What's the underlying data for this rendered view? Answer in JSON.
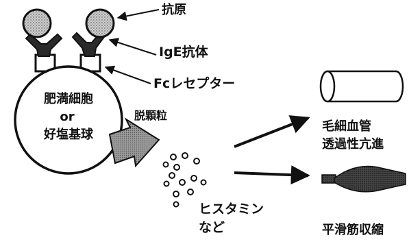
{
  "labels": {
    "antigen": "抗原",
    "ige_antibody": "IgE抗体",
    "fc_receptor": "Fcレセプター",
    "cell_line1": "肥満細胞",
    "cell_line2": "or",
    "cell_line3": "好塩基球",
    "degranulation": "脱顆粒",
    "histamine_line1": "ヒスタミン",
    "histamine_line2": "など",
    "capillary_line1": "毛細血管",
    "capillary_line2": "透過性亢進",
    "smooth_muscle": "平滑筋収縮"
  },
  "colors": {
    "ink": "#111111",
    "antigen_fill": "#bdbdbd",
    "receptor_fill": "#ffffff",
    "antibody_fill": "#2a2a2a",
    "arrow_fill": "#8c8c8c"
  },
  "icons": {
    "capillary": "cylinder-tube-icon",
    "smooth_muscle": "contracted-muscle-icon",
    "granules": "granule-dots-icon"
  }
}
